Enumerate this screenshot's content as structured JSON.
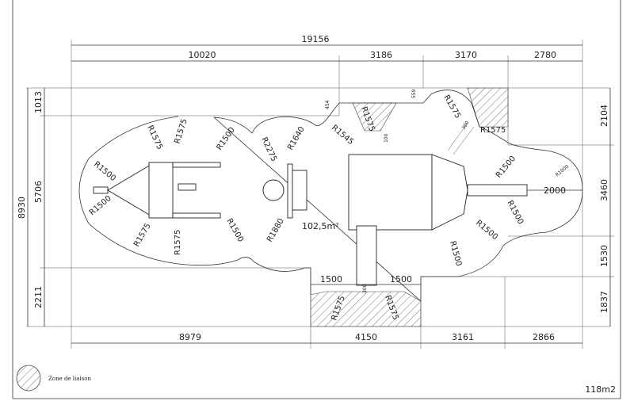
{
  "overall_width": "19156",
  "top_dims": [
    "10020",
    "3186",
    "3170",
    "2780"
  ],
  "bottom_dims": [
    "8979",
    "4150",
    "3161",
    "2866"
  ],
  "left_dims": {
    "total": "8930",
    "top": "1013",
    "middle": "5706",
    "bottom": "2211"
  },
  "right_dims": [
    "2104",
    "3460",
    "1530",
    "1837"
  ],
  "radii": [
    "R1575",
    "R1575",
    "R1500",
    "R1500",
    "R1500",
    "R1575",
    "R1575",
    "R1500",
    "R2275",
    "R1640",
    "R1880",
    "R1545",
    "R1575",
    "R1575",
    "R1575",
    "R1500",
    "R1000",
    "R1500",
    "R1500",
    "R1500",
    "R1575",
    "R1575"
  ],
  "small_dims": [
    "454",
    "559",
    "100",
    "300",
    "300"
  ],
  "slide_dim": "2000",
  "ladder_dims": [
    "1500",
    "1500"
  ],
  "area_label": "102,5m²",
  "legend_label": "Zone de liaison",
  "total_area": "118m2",
  "colors": {
    "line": "#333333",
    "hatch": "#555555"
  }
}
